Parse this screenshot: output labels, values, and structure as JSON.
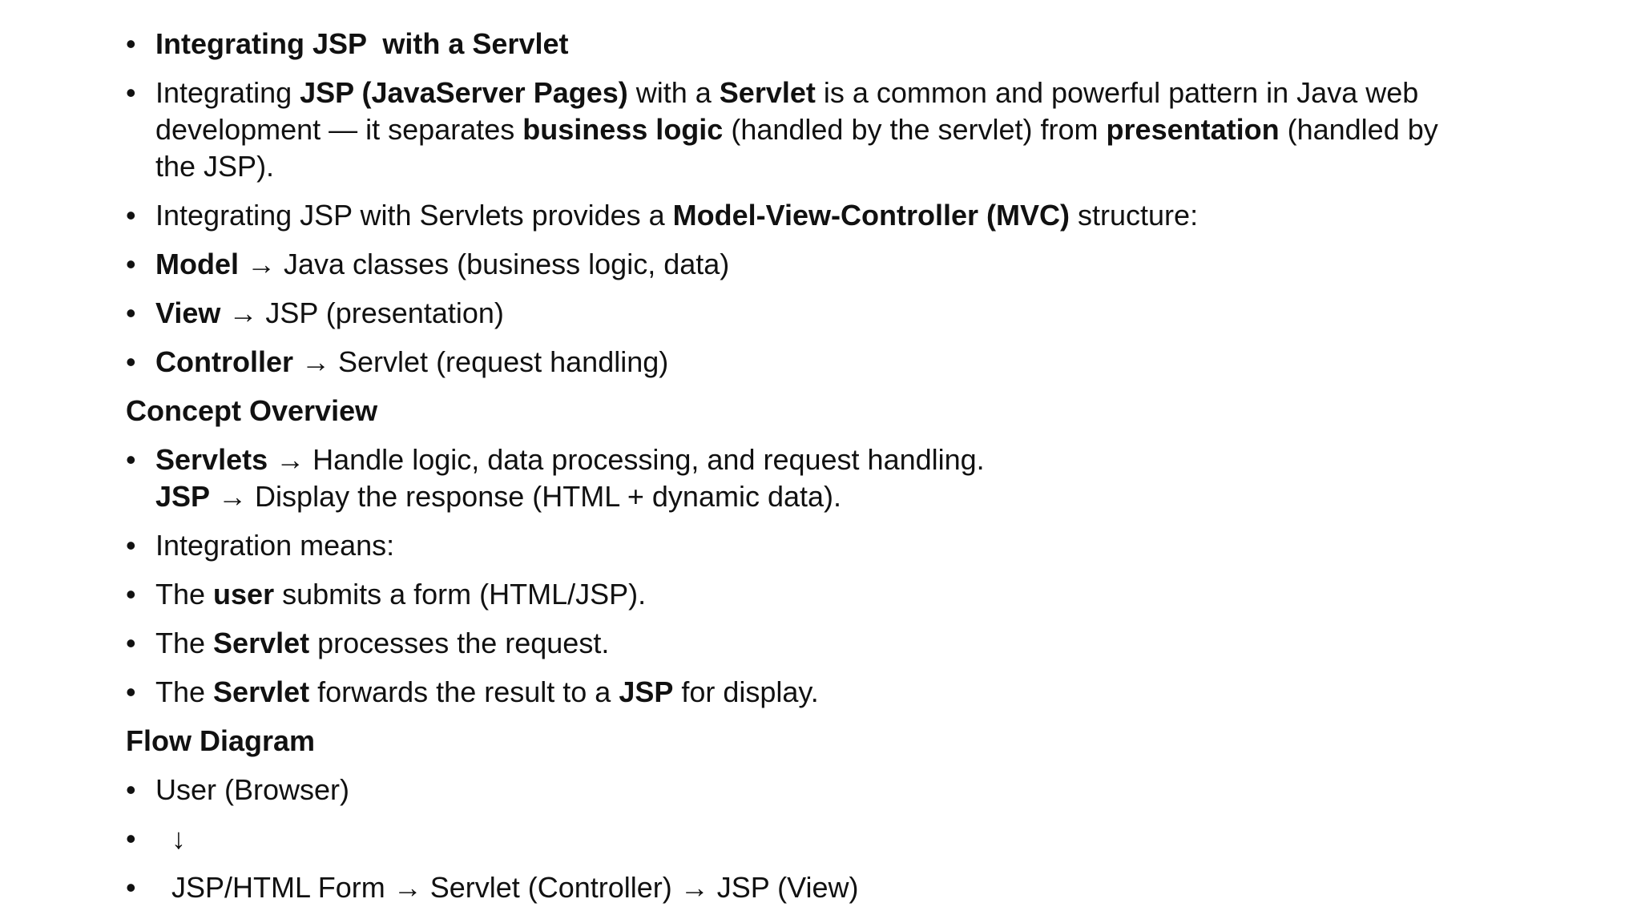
{
  "slide": {
    "background_color": "#ffffff",
    "text_color": "#111111",
    "bullet_glyph": "•",
    "items": [
      {
        "type": "bullet",
        "segments": [
          {
            "t": "Integrating JSP  with a Servlet",
            "b": true
          }
        ]
      },
      {
        "type": "bullet",
        "segments": [
          {
            "t": "Integrating ",
            "b": false
          },
          {
            "t": "JSP (JavaServer Pages)",
            "b": true
          },
          {
            "t": " with a ",
            "b": false
          },
          {
            "t": "Servlet",
            "b": true
          },
          {
            "t": " is a common and powerful pattern in Java web\ndevelopment — it separates ",
            "b": false
          },
          {
            "t": "business logic",
            "b": true
          },
          {
            "t": " (handled by the servlet) from ",
            "b": false
          },
          {
            "t": "presentation",
            "b": true
          },
          {
            "t": " (handled by\nthe JSP).",
            "b": false
          }
        ]
      },
      {
        "type": "bullet",
        "segments": [
          {
            "t": "Integrating JSP with Servlets provides a ",
            "b": false
          },
          {
            "t": "Model-View-Controller (MVC)",
            "b": true
          },
          {
            "t": " structure:",
            "b": false
          }
        ]
      },
      {
        "type": "bullet",
        "segments": [
          {
            "t": "Model",
            "b": true
          },
          {
            "t": " → Java classes (business logic, data)",
            "b": false
          }
        ]
      },
      {
        "type": "bullet",
        "segments": [
          {
            "t": "View",
            "b": true
          },
          {
            "t": " → JSP (presentation)",
            "b": false
          }
        ]
      },
      {
        "type": "bullet",
        "segments": [
          {
            "t": "Controller",
            "b": true
          },
          {
            "t": " → Servlet (request handling)",
            "b": false
          }
        ]
      },
      {
        "type": "heading",
        "segments": [
          {
            "t": "Concept Overview",
            "b": true
          }
        ]
      },
      {
        "type": "bullet",
        "segments": [
          {
            "t": "Servlets",
            "b": true
          },
          {
            "t": " → Handle logic, data processing, and request handling.\n",
            "b": false
          },
          {
            "t": "JSP",
            "b": true
          },
          {
            "t": " → Display the response (HTML + dynamic data).",
            "b": false
          }
        ]
      },
      {
        "type": "bullet",
        "segments": [
          {
            "t": "Integration means:",
            "b": false
          }
        ]
      },
      {
        "type": "bullet",
        "segments": [
          {
            "t": "The ",
            "b": false
          },
          {
            "t": "user",
            "b": true
          },
          {
            "t": " submits a form (HTML/JSP).",
            "b": false
          }
        ]
      },
      {
        "type": "bullet",
        "segments": [
          {
            "t": "The ",
            "b": false
          },
          {
            "t": "Servlet",
            "b": true
          },
          {
            "t": " processes the request.",
            "b": false
          }
        ]
      },
      {
        "type": "bullet",
        "segments": [
          {
            "t": "The ",
            "b": false
          },
          {
            "t": "Servlet",
            "b": true
          },
          {
            "t": " forwards the result to a ",
            "b": false
          },
          {
            "t": "JSP",
            "b": true
          },
          {
            "t": " for display.",
            "b": false
          }
        ]
      },
      {
        "type": "heading",
        "segments": [
          {
            "t": "Flow Diagram",
            "b": true
          }
        ]
      },
      {
        "type": "bullet",
        "segments": [
          {
            "t": "User (Browser)",
            "b": false
          }
        ]
      },
      {
        "type": "bullet",
        "segments": [
          {
            "t": "  ↓",
            "b": false
          }
        ]
      },
      {
        "type": "bullet",
        "segments": [
          {
            "t": "  JSP/HTML Form → Servlet (Controller) → JSP (View)",
            "b": false
          }
        ]
      }
    ]
  }
}
